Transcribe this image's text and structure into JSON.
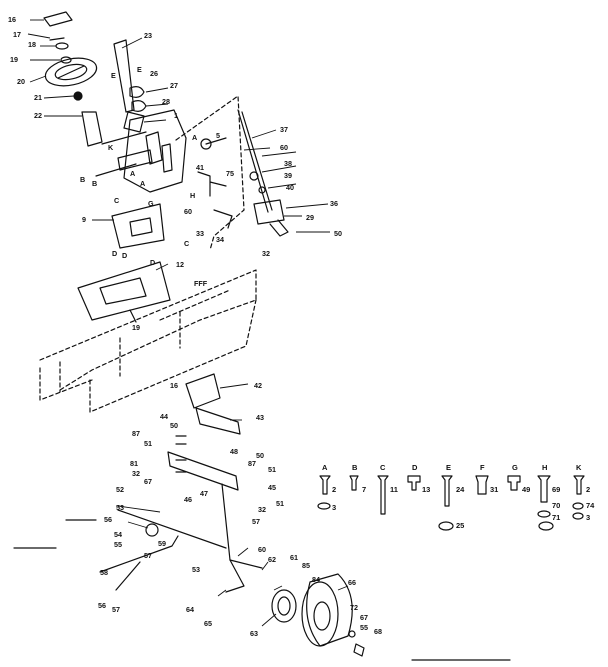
{
  "labels": {
    "n1": "16",
    "n2": "17",
    "n3": "18",
    "n4": "19",
    "n5": "20",
    "n6": "21",
    "n7": "22",
    "n8": "23",
    "n9": "E",
    "n10": "E",
    "n11": "26",
    "n12": "27",
    "n13": "28",
    "n14": "1",
    "n15": "A",
    "n16": "5",
    "n17": "K",
    "n18": "B",
    "n19": "A",
    "n20": "B",
    "n21": "A",
    "n22": "H",
    "n23": "41",
    "n24": "75",
    "n25": "37",
    "n26": "60",
    "n27": "38",
    "n28": "39",
    "n29": "40",
    "n30": "36",
    "n31": "29",
    "n32": "60",
    "n33": "33",
    "n34": "34",
    "n35": "32",
    "n36": "50",
    "n37": "C",
    "n38": "G",
    "n39": "9",
    "n40": "C",
    "n41": "D",
    "n42": "D",
    "n43": "D",
    "n44": "12",
    "n45": "FFF",
    "n46": "19",
    "n47": "16",
    "n48": "42",
    "n49": "44",
    "n50": "50",
    "n51": "87",
    "n52": "51",
    "n53": "43",
    "n54": "48",
    "n55": "50",
    "n56": "81",
    "n57": "87",
    "n58": "32",
    "n59": "51",
    "n60": "67",
    "n61": "47",
    "n62": "52",
    "n63": "46",
    "n64": "45",
    "n65": "51",
    "n66": "53",
    "n67": "32",
    "n68": "57",
    "n69": "56",
    "n70": "54",
    "n71": "55",
    "n72": "59",
    "n73": "58",
    "n74": "57",
    "n75": "53",
    "n76": "60",
    "n77": "61",
    "n78": "62",
    "n79": "85",
    "n80": "84",
    "n81": "66",
    "n82": "56",
    "n83": "57",
    "n84": "64",
    "n85": "65",
    "n86": "63",
    "n87": "72",
    "n88": "67",
    "n89": "55",
    "n90": "68"
  },
  "key": [
    {
      "letter": "A",
      "num": "2",
      "num2": "3"
    },
    {
      "letter": "B",
      "num": "7"
    },
    {
      "letter": "C",
      "num": "11"
    },
    {
      "letter": "D",
      "num": "13"
    },
    {
      "letter": "E",
      "num": "24",
      "num2": "25"
    },
    {
      "letter": "F",
      "num": "31"
    },
    {
      "letter": "G",
      "num": "49"
    },
    {
      "letter": "H",
      "num": "69",
      "num2": "70",
      "num3": "71"
    },
    {
      "letter": "K",
      "num": "2",
      "num2": "74",
      "num3": "3"
    }
  ]
}
